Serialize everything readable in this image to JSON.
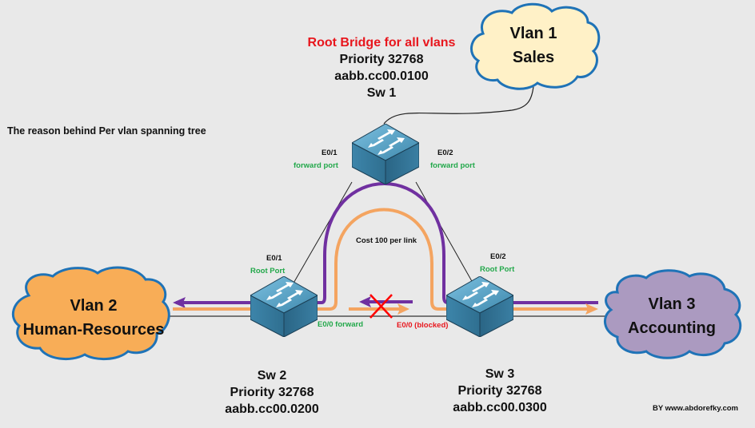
{
  "title": "The reason behind Per vlan spanning tree",
  "credit": "BY www.abdorefky.com",
  "cost_note": "Cost 100 per link",
  "switches": {
    "sw1": {
      "heading": "Root Bridge for all vlans",
      "priority": "Priority  32768",
      "mac": "aabb.cc00.0100",
      "name": "Sw 1",
      "ports": [
        {
          "port": "E0/1",
          "state": "forward port"
        },
        {
          "port": "E0/2",
          "state": "forward port"
        }
      ]
    },
    "sw2": {
      "name": "Sw 2",
      "priority": "Priority 32768",
      "mac": "aabb.cc00.0200",
      "ports": [
        {
          "port": "E0/1",
          "state": "Root Port"
        },
        {
          "port": "E0/0",
          "state": "E0/0 forward"
        }
      ]
    },
    "sw3": {
      "name": "Sw 3",
      "priority": "Priority  32768",
      "mac": "aabb.cc00.0300",
      "ports": [
        {
          "port": "E0/2",
          "state": "Root Port"
        },
        {
          "port": "E0/0",
          "state": "E0/0 (blocked)"
        }
      ]
    }
  },
  "vlans": [
    {
      "id": "Vlan 1",
      "name": "Sales",
      "color": "#fff1c7"
    },
    {
      "id": "Vlan 2",
      "name": "Human-Resources",
      "color": "#f8ad57"
    },
    {
      "id": "Vlan 3",
      "name": "Accounting",
      "color": "#ab9ac0"
    }
  ],
  "colors": {
    "cloud_border": "#1f73b7",
    "path_purple": "#7030a0",
    "path_orange": "#f4a460",
    "blocked_red": "#ff0000",
    "switch_top": "#5aa3c6",
    "switch_side": "#2f6f8f"
  }
}
